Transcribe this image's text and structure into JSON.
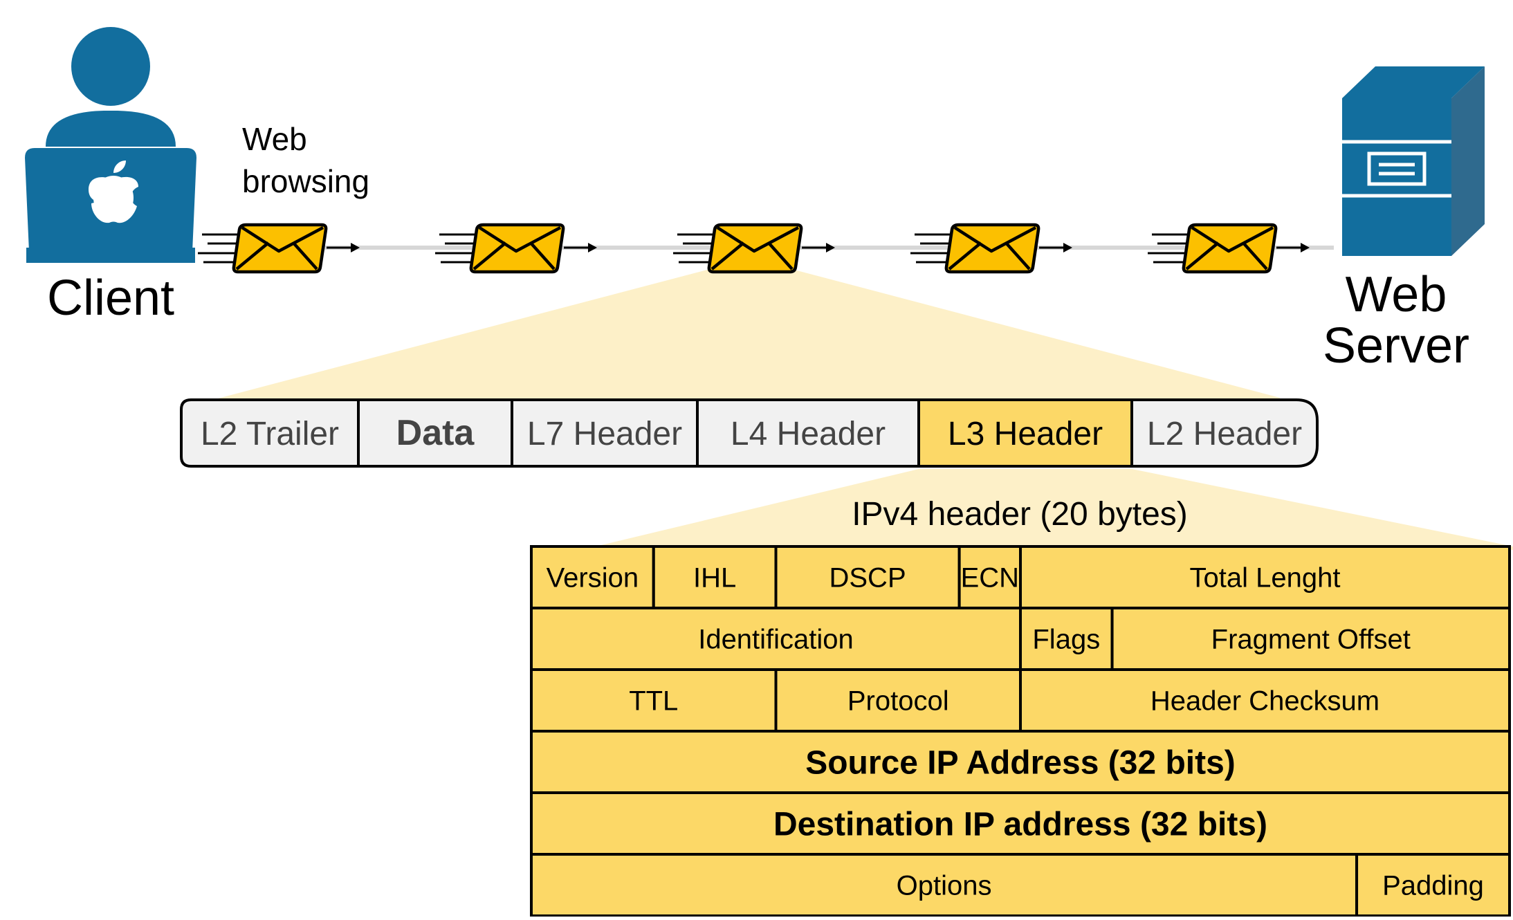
{
  "colors": {
    "blue": "#126e9e",
    "blue_dark": "#2f6a8e",
    "envelope": "#fcc000",
    "header_fill": "#fcd867",
    "beam": "#fdf0c8",
    "frame_gray": "#f1f1f1",
    "line_gray": "#d7d7d7",
    "text_gray": "#444444"
  },
  "labels": {
    "client": "Client",
    "web_browsing_line1": "Web",
    "web_browsing_line2": "browsing",
    "server_line1": "Web",
    "server_line2": "Server"
  },
  "icons": {
    "client": "user-laptop-icon",
    "server": "server-icon",
    "packet": "envelope-icon"
  },
  "frame": {
    "segments": [
      "L2 Trailer",
      "Data",
      "L7 Header",
      "L4 Header",
      "L3 Header",
      "L2 Header"
    ],
    "highlighted": "L3 Header",
    "bold": "Data"
  },
  "ipv4": {
    "title": "IPv4 header (20 bytes)",
    "rows": [
      [
        {
          "label": "Version",
          "bits": 4
        },
        {
          "label": "IHL",
          "bits": 4
        },
        {
          "label": "DSCP",
          "bits": 6
        },
        {
          "label": "ECN",
          "bits": 2
        },
        {
          "label": "Total Lenght",
          "bits": 16
        }
      ],
      [
        {
          "label": "Identification",
          "bits": 16
        },
        {
          "label": "Flags",
          "bits": 3
        },
        {
          "label": "Fragment Offset",
          "bits": 13
        }
      ],
      [
        {
          "label": "TTL",
          "bits": 8
        },
        {
          "label": "Protocol",
          "bits": 8
        },
        {
          "label": "Header Checksum",
          "bits": 16
        }
      ],
      [
        {
          "label": "Source IP Address (32 bits)",
          "bits": 32,
          "bold": true
        }
      ],
      [
        {
          "label": "Destination IP address (32 bits)",
          "bits": 32,
          "bold": true
        }
      ],
      [
        {
          "label": "Options",
          "bits": 27
        },
        {
          "label": "Padding",
          "bits": 5
        }
      ]
    ]
  }
}
